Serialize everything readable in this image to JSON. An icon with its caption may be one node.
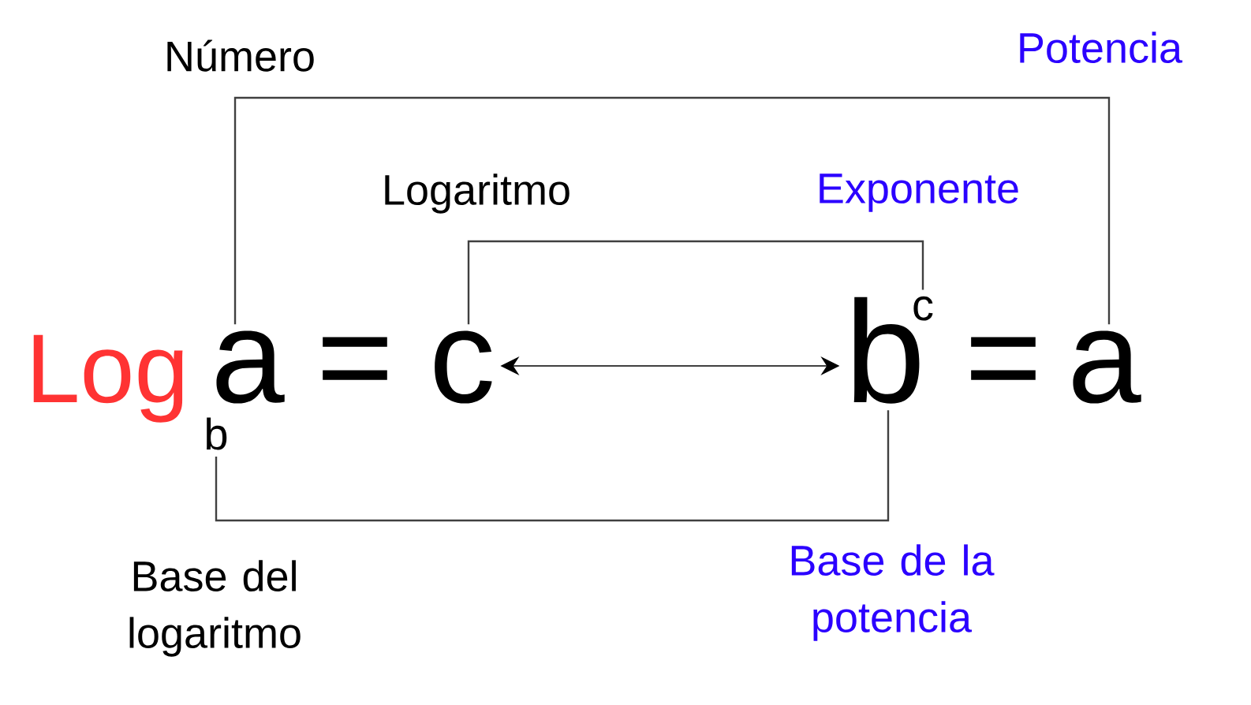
{
  "diagram": {
    "nodes": [
      {
        "text": [
          "Log"
        ]
      },
      {
        "text": [
          "b"
        ]
      },
      {
        "text": [
          "a"
        ]
      },
      {
        "text": [
          "="
        ]
      },
      {
        "text": [
          "c"
        ]
      },
      {
        "text": [
          "b"
        ]
      },
      {
        "text": [
          "c"
        ]
      },
      {
        "text": [
          "="
        ]
      },
      {
        "text": [
          "a"
        ]
      }
    ],
    "edges": [
      {
        "from": 2,
        "to": 8,
        "arrow": "none"
      },
      {
        "from": 4,
        "to": 6,
        "arrow": "none"
      },
      {
        "from": 1,
        "to": 5,
        "arrow": "none"
      },
      {
        "from": 4,
        "to": 5,
        "arrow": "both"
      }
    ],
    "labels": [
      "Número",
      "Potencia",
      "Logaritmo",
      "Exponente",
      "Base del logaritmo",
      "Base de la potencia"
    ]
  }
}
